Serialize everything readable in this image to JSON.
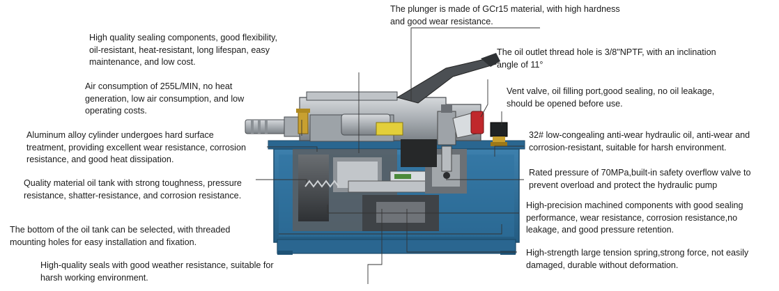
{
  "annotations": {
    "plunger": "The plunger is made of GCr15 material, with high hardness\nand good wear resistance.",
    "sealing": "High quality sealing components, good flexibility,\noil-resistant, heat-resistant, long lifespan, easy\nmaintenance, and low cost.",
    "outlet": "The oil outlet thread hole is 3/8\"NPTF, with an inclination\nangle of 11°",
    "air": "Air consumption of 255L/MIN, no heat\ngeneration, low air consumption, and low\noperating costs.",
    "vent": "Vent valve, oil filling port,good sealing, no oil leakage,\nshould be opened before use.",
    "cylinder": "Aluminum alloy cylinder undergoes hard surface\ntreatment, providing excellent wear resistance, corrosion\nresistance, and good heat dissipation.",
    "oil": "32# low-congealing anti-wear hydraulic oil, anti-wear and\ncorrosion-resistant, suitable for harsh environment.",
    "tank": "Quality material oil tank with strong toughness, pressure\nresistance, shatter-resistance, and corrosion resistance.",
    "pressure": "Rated pressure of 70MPa,built-in safety overflow valve to\nprevent overload and protect the hydraulic pump",
    "machined": "High-precision machined components with good sealing\nperformance, wear resistance, corrosion resistance,no\nleakage, and good pressure retention.",
    "bottom": "The bottom of the oil tank can be selected, with threaded\nmounting holes for easy installation and fixation.",
    "spring": "High-strength large tension spring,strong force, not easily\ndamaged, durable without deformation.",
    "seals": "High-quality seals with good weather resistance, suitable for\nharsh working environment."
  },
  "colors": {
    "tank_blue": "#2d6f9a",
    "tank_blue_light": "#4d8fb8",
    "metal_grey": "#9aa0a6",
    "dark_grey": "#3a3d40",
    "brass": "#c8a030",
    "red_valve": "#c0282c",
    "leader_line": "#333333"
  }
}
